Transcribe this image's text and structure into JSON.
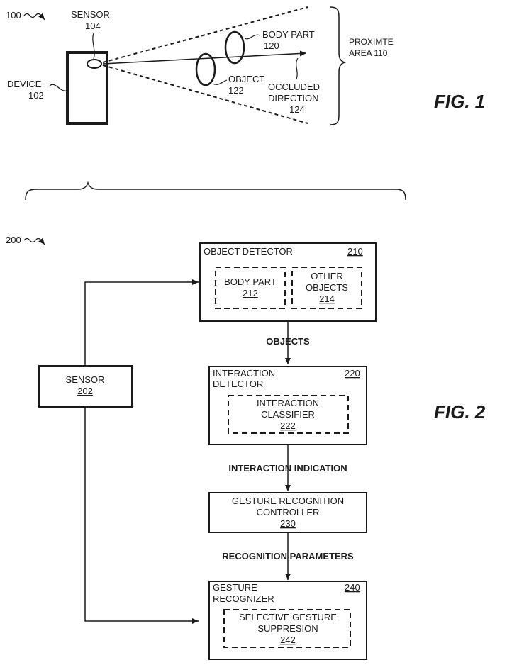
{
  "fig1": {
    "ref": "100",
    "sensor_label": "SENSOR",
    "sensor_num": "104",
    "device_label": "DEVICE",
    "device_num": "102",
    "body_part_label": "BODY PART",
    "body_part_num": "120",
    "object_label": "OBJECT",
    "object_num": "122",
    "occluded_line1": "OCCLUDED",
    "occluded_line2": "DIRECTION",
    "occluded_num": "124",
    "area_line1": "PROXIMTE",
    "area_line2": "AREA 110",
    "figure_label": "FIG. 1"
  },
  "fig2": {
    "ref": "200",
    "sensor_label": "SENSOR",
    "sensor_num": "202",
    "object_detector_label": "OBJECT DETECTOR",
    "object_detector_num": "210",
    "body_part_label": "BODY PART",
    "body_part_num": "212",
    "other_objects_line1": "OTHER",
    "other_objects_line2": "OBJECTS",
    "other_objects_num": "214",
    "objects_flow": "OBJECTS",
    "interaction_detector_line1": "INTERACTION",
    "interaction_detector_line2": "DETECTOR",
    "interaction_detector_num": "220",
    "interaction_classifier_line1": "INTERACTION",
    "interaction_classifier_line2": "CLASSIFIER",
    "interaction_classifier_num": "222",
    "interaction_indication_flow": "INTERACTION INDICATION",
    "gesture_controller_line1": "GESTURE RECOGNITION",
    "gesture_controller_line2": "CONTROLLER",
    "gesture_controller_num": "230",
    "recognition_parameters_flow": "RECOGNITION PARAMETERS",
    "gesture_recognizer_line1": "GESTURE",
    "gesture_recognizer_line2": "RECOGNIZER",
    "gesture_recognizer_num": "240",
    "selective_line1": "SELECTIVE GESTURE",
    "selective_line2": "SUPPRESION",
    "selective_num": "242",
    "figure_label": "FIG. 2"
  }
}
